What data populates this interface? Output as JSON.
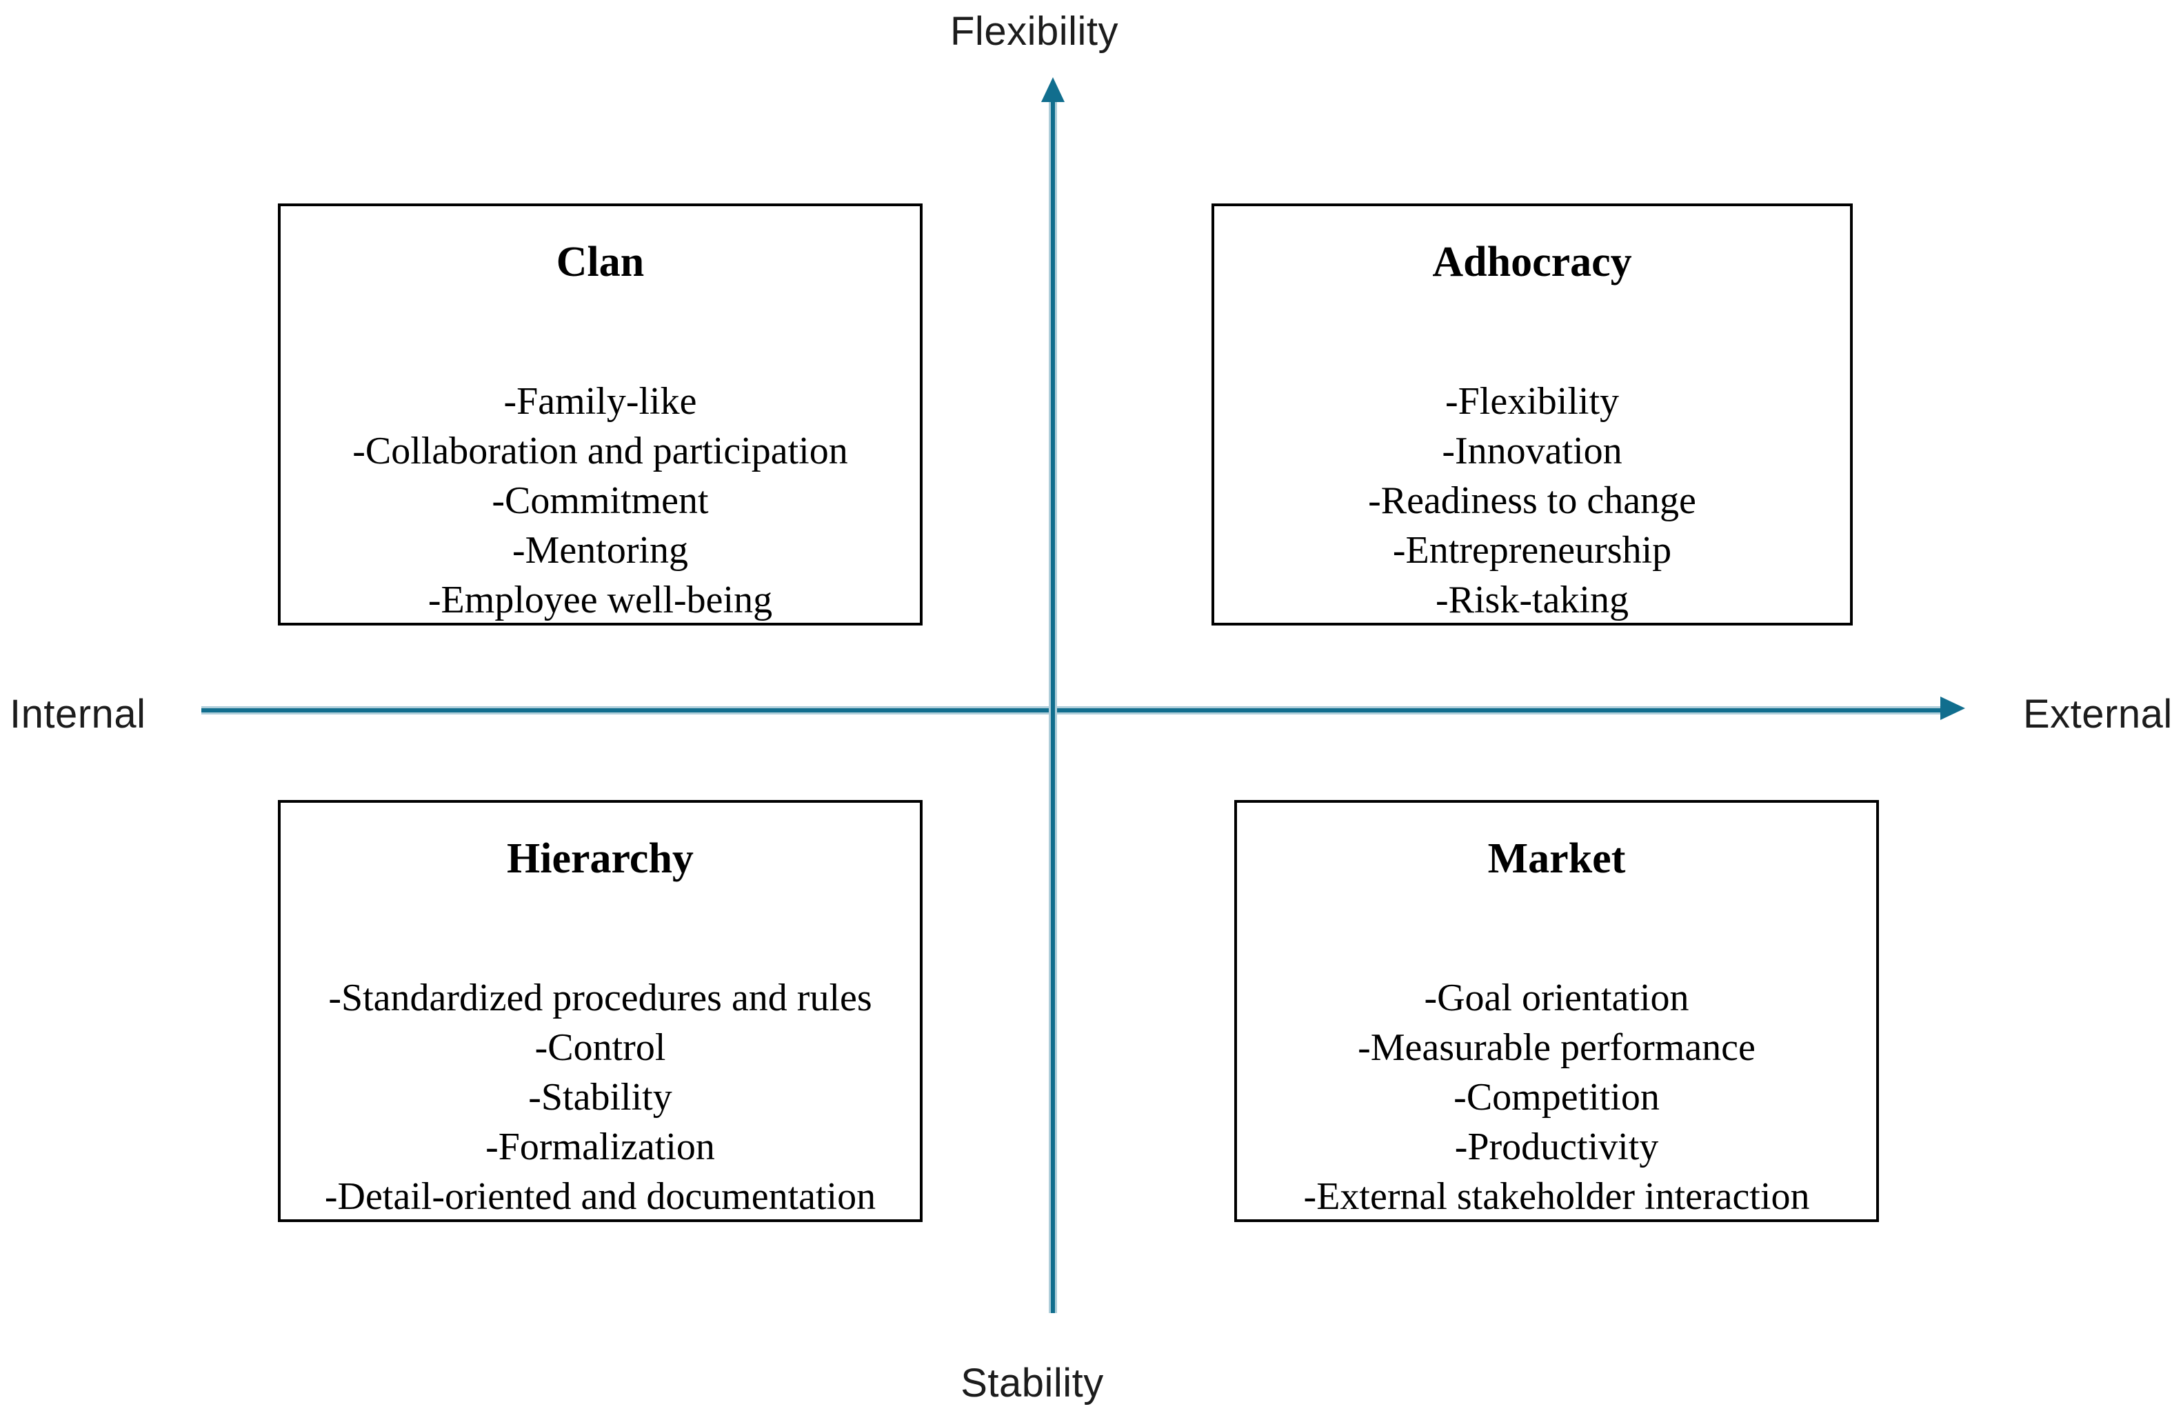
{
  "diagram": {
    "title_hint": "Competing Values Framework quadrant diagram",
    "colors": {
      "axis_core": "#116E8E",
      "axis_halo": "#AFCEDA",
      "box_border": "#000000",
      "text": "#1C1C1C",
      "background": "#FFFFFF"
    },
    "axes": {
      "top_label": "Flexibility",
      "bottom_label": "Stability",
      "left_label": "Internal",
      "right_label": "External"
    },
    "quadrants": [
      {
        "id": "clan",
        "title": "Clan",
        "items": [
          "-Family-like",
          "-Collaboration and participation",
          "-Commitment",
          "-Mentoring",
          "-Employee well-being"
        ]
      },
      {
        "id": "adhocracy",
        "title": "Adhocracy",
        "items": [
          "-Flexibility",
          "-Innovation",
          "-Readiness to change",
          "-Entrepreneurship",
          "-Risk-taking"
        ]
      },
      {
        "id": "hierarchy",
        "title": "Hierarchy",
        "items": [
          "-Standardized procedures and rules",
          "-Control",
          "-Stability",
          "-Formalization",
          "-Detail-oriented and documentation"
        ]
      },
      {
        "id": "market",
        "title": "Market",
        "items": [
          "-Goal orientation",
          "-Measurable performance",
          "-Competition",
          "-Productivity",
          "-External stakeholder interaction"
        ]
      }
    ]
  }
}
